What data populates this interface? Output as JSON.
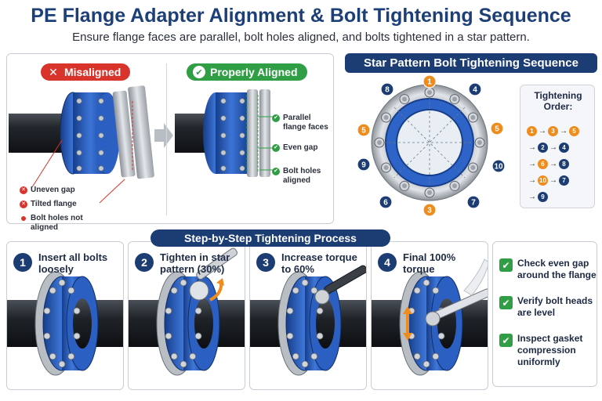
{
  "header": {
    "title": "PE Flange Adapter Alignment & Bolt Tightening Sequence",
    "subtitle": "Ensure flange faces are parallel, bolt holes aligned, and bolts tightened in a star pattern."
  },
  "alignment": {
    "misaligned_label": "Misaligned",
    "aligned_label": "Properly Aligned",
    "misaligned_notes": [
      "Uneven gap",
      "Tilted flange",
      "Bolt holes not aligned"
    ],
    "aligned_notes": [
      "Parallel flange faces",
      "Even gap",
      "Bolt holes aligned"
    ]
  },
  "star_pattern": {
    "title": "Star Pattern Bolt Tightening Sequence",
    "bolt_numbers": [
      "1",
      "4",
      "5",
      "10",
      "7",
      "3",
      "6",
      "9",
      "5",
      "8"
    ],
    "order_title": "Tightening Order:",
    "order_rows": [
      [
        "1",
        "3",
        "5"
      ],
      [
        "2",
        "4"
      ],
      [
        "6",
        "8"
      ],
      [
        "10",
        "7"
      ],
      [
        "9"
      ]
    ]
  },
  "steps": {
    "title": "Step-by-Step Tightening Process",
    "items": [
      {
        "num": "1",
        "text": "Insert all bolts loosely"
      },
      {
        "num": "2",
        "text": "Tighten in star pattern (30%)"
      },
      {
        "num": "3",
        "text": "Increase torque to 60%"
      },
      {
        "num": "4",
        "text": "Final 100% torque"
      }
    ]
  },
  "checks": [
    "Check even gap around the flange",
    "Verify bolt heads are level",
    "Inspect gasket compression uniformly"
  ],
  "colors": {
    "navy": "#1c3c74",
    "flange_blue": "#2b5fc0",
    "orange": "#ef8c1e",
    "red": "#d8342c",
    "green": "#2f9e44"
  }
}
